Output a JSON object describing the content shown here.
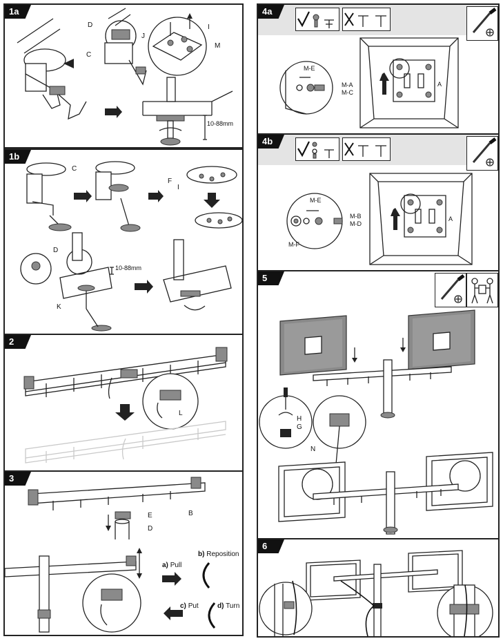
{
  "steps": {
    "s1a": {
      "tag": "1a",
      "labels": {
        "D": "D",
        "C": "C",
        "J": "J",
        "I": "I",
        "M": "M",
        "range": "10-88mm"
      }
    },
    "s1b": {
      "tag": "1b",
      "labels": {
        "C": "C",
        "F": "F",
        "I": "I",
        "D": "D",
        "K": "K",
        "range": "10-88mm"
      }
    },
    "s2": {
      "tag": "2",
      "labels": {
        "L": "L"
      }
    },
    "s3": {
      "tag": "3",
      "labels": {
        "E": "E",
        "D": "D",
        "B": "B"
      },
      "actions": {
        "a_key": "a)",
        "a_text": "Pull",
        "b_key": "b)",
        "b_text": "Reposition",
        "c_key": "c)",
        "c_text": "Put",
        "d_key": "d)",
        "d_text": "Turn"
      }
    },
    "s4a": {
      "tag": "4a",
      "labels": {
        "ME": "M-E",
        "MA": "M-A",
        "MC": "M-C",
        "A": "A"
      }
    },
    "s4b": {
      "tag": "4b",
      "labels": {
        "ME": "M-E",
        "MB": "M-B",
        "MD": "M-D",
        "MF": "M-F",
        "A": "A"
      }
    },
    "s5": {
      "tag": "5",
      "labels": {
        "H": "H",
        "G": "G",
        "N": "N"
      }
    },
    "s6": {
      "tag": "6"
    }
  },
  "icons": {
    "check": "check-mark-icon",
    "cross": "cross-mark-icon",
    "screwdriver": "phillips-screwdriver-icon",
    "two_person": "two-person-lift-icon"
  },
  "colors": {
    "tab_bg": "#111111",
    "header_strip": "#e4e4e4",
    "line": "#222222",
    "shade": "#8a8a8a"
  }
}
